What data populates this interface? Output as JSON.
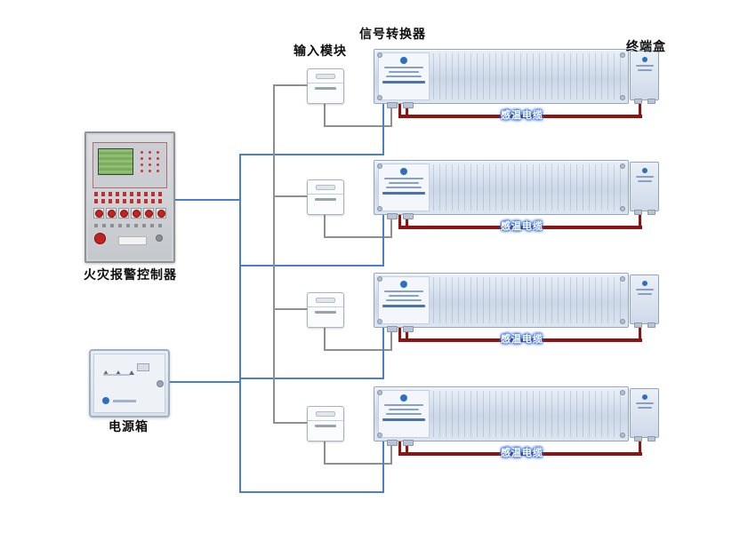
{
  "diagram": {
    "top_labels": {
      "input_module": "输入模块",
      "signal_converter": "信号转换器",
      "terminal_box": "终端盒"
    },
    "left_labels": {
      "controller": "火灾报警控制器",
      "power_box": "电源箱"
    },
    "cable_label": "感温电缆",
    "row_count": 4,
    "colors": {
      "bus_wire": "#4a7fd0",
      "signal_wire": "#8f8f8f",
      "sensing_cable": "#8e1414",
      "lcd_screen": "#8fbf72",
      "button_red": "#c42222",
      "logo_blue": "#2f6fbd"
    }
  }
}
